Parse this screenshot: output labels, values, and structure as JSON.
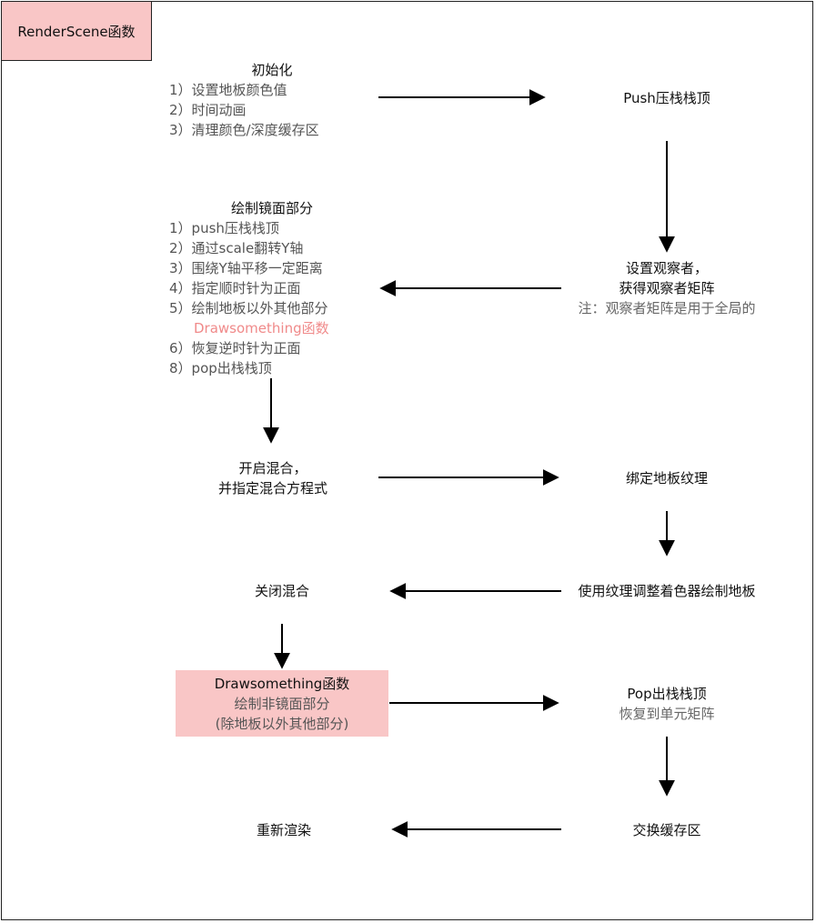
{
  "title": "RenderScene函数",
  "init": {
    "heading": "初始化",
    "steps": [
      "1）设置地板颜色值",
      "2）时间动画",
      "3）清理颜色/深度缓存区"
    ]
  },
  "push_top": "Push压栈栈顶",
  "observer": {
    "line1": "设置观察者，",
    "line2": "获得观察者矩阵",
    "note": "注：观察者矩阵是用于全局的"
  },
  "mirror": {
    "heading": "绘制镜面部分",
    "steps": [
      "1）push压栈栈顶",
      "2）通过scale翻转Y轴",
      "3）围绕Y轴平移一定距离",
      "4）指定顺时针为正面",
      "5）绘制地板以外其他部分"
    ],
    "highlight": "Drawsomething函数",
    "steps_after": [
      "6）恢复逆时针为正面",
      "8）pop出栈栈顶"
    ]
  },
  "blend_on": {
    "line1": "开启混合，",
    "line2": "并指定混合方程式"
  },
  "bind_texture": "绑定地板纹理",
  "draw_floor": "使用纹理调整着色器绘制地板",
  "blend_off": "关闭混合",
  "draw_something": {
    "line1": "Drawsomething函数",
    "line2": "绘制非镜面部分",
    "line3": "(除地板以外其他部分)"
  },
  "pop_top": {
    "line1": "Pop出栈栈顶",
    "line2": "恢复到单元矩阵"
  },
  "swap_buffers": "交换缓存区",
  "rerender": "重新渲染",
  "colors": {
    "pink_fill": "#f9c6c6",
    "highlight_text": "#f08a8a",
    "step_text": "#555555"
  }
}
